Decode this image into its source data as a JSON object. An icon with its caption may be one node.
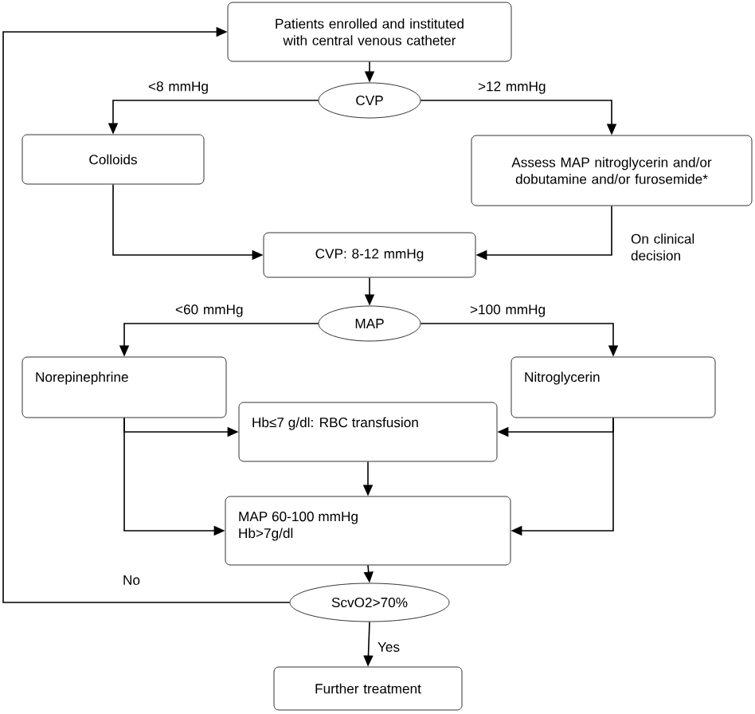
{
  "diagram": {
    "nodes": [
      {
        "text": [
          "Patients enrolled and instituted with central venous catheter"
        ]
      },
      {
        "text": [
          "CVP"
        ]
      },
      {
        "text": [
          "Colloids"
        ]
      },
      {
        "text": [
          "Assess MAP nitroglycerin and/or dobutamine and/or furosemide*"
        ]
      },
      {
        "text": [
          "CVP: 8-12 mmHg"
        ]
      },
      {
        "text": [
          "MAP"
        ]
      },
      {
        "text": [
          "Norepinephrine"
        ]
      },
      {
        "text": [
          "Nitroglycerin"
        ]
      },
      {
        "text": [
          "Hb≤7 g/dl: RBC transfusion"
        ]
      },
      {
        "text": [
          "MAP 60-100 mmHg Hb>7g/dl"
        ]
      },
      {
        "text": [
          "ScvO2>70%"
        ]
      },
      {
        "text": [
          "Further treatment"
        ]
      }
    ],
    "edges": [
      {
        "from": 0,
        "to": 1,
        "arrow": "to"
      },
      {
        "from": 1,
        "to": 2,
        "arrow": "to",
        "label": "<8 mmHg"
      },
      {
        "from": 1,
        "to": 3,
        "arrow": "to",
        "label": ">12 mmHg"
      },
      {
        "from": 2,
        "to": 4,
        "arrow": "to"
      },
      {
        "from": 3,
        "to": 4,
        "arrow": "to",
        "label": "On clinical decision"
      },
      {
        "from": 4,
        "to": 5,
        "arrow": "to"
      },
      {
        "from": 5,
        "to": 6,
        "arrow": "to",
        "label": "<60 mmHg"
      },
      {
        "from": 5,
        "to": 7,
        "arrow": "to",
        "label": ">100 mmHg"
      },
      {
        "from": 6,
        "to": 8,
        "arrow": "to"
      },
      {
        "from": 6,
        "to": 9,
        "arrow": "to"
      },
      {
        "from": 7,
        "to": 8,
        "arrow": "to"
      },
      {
        "from": 7,
        "to": 9,
        "arrow": "to"
      },
      {
        "from": 8,
        "to": 9,
        "arrow": "to"
      },
      {
        "from": 9,
        "to": 10,
        "arrow": "to"
      },
      {
        "from": 10,
        "to": 11,
        "arrow": "to",
        "label": "Yes"
      },
      {
        "from": 10,
        "to": 0,
        "arrow": "to",
        "label": "No"
      }
    ]
  }
}
